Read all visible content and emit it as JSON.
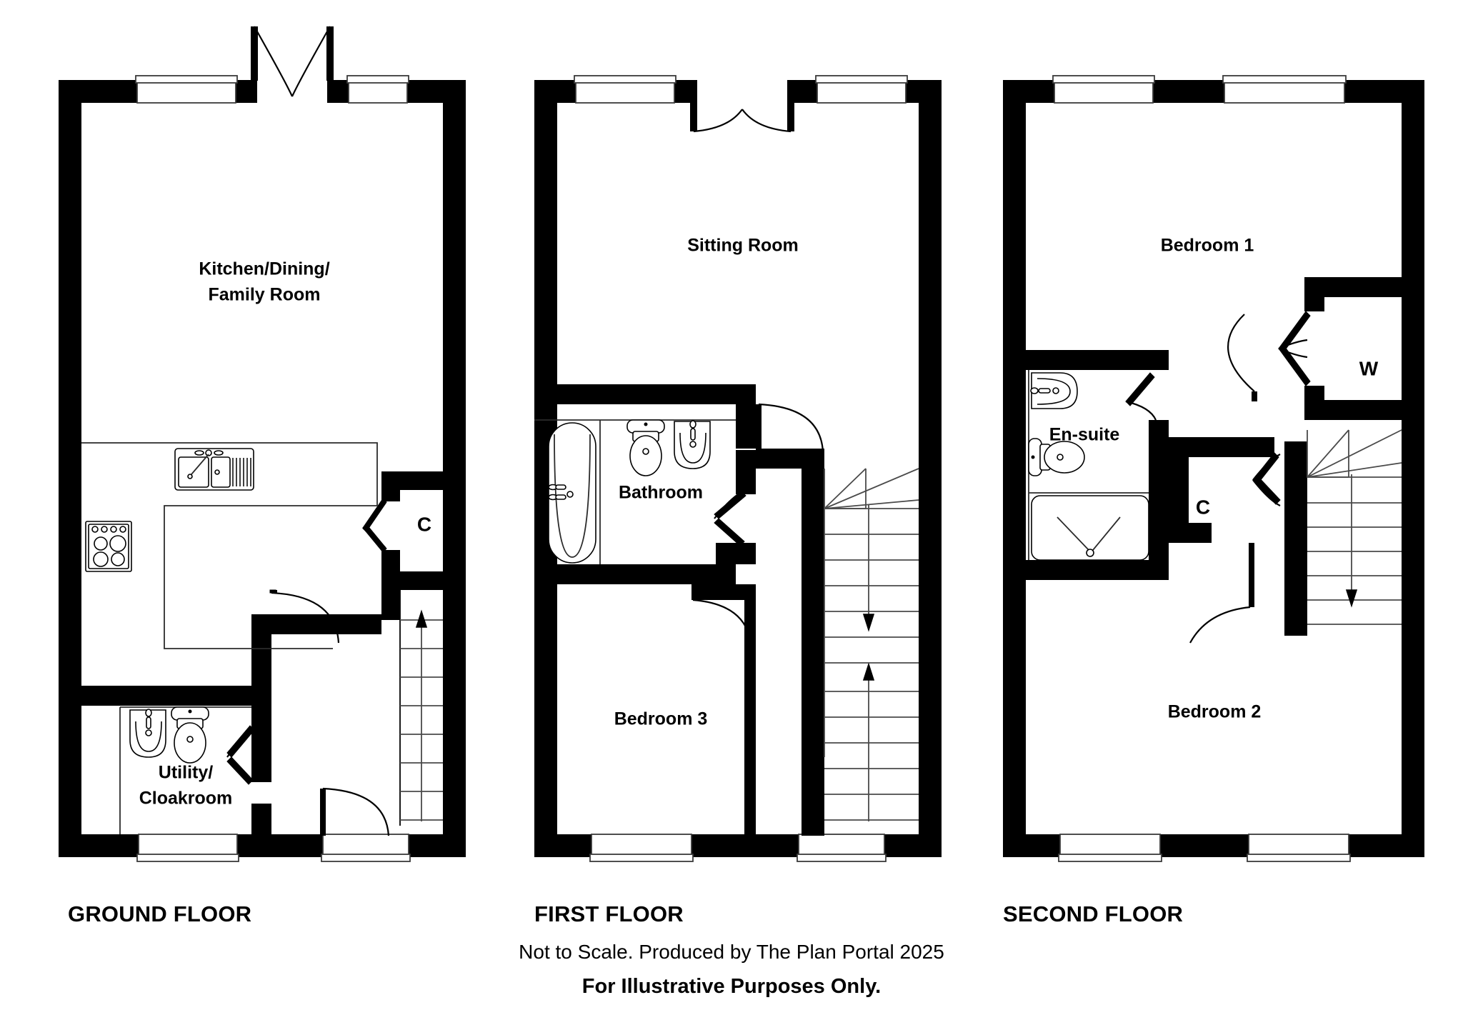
{
  "document": {
    "type": "residential-floor-plan",
    "sheet_background": "#ffffff",
    "line_color": "#000000"
  },
  "floors": [
    {
      "id": "ground",
      "title": "GROUND FLOOR",
      "rooms": [
        {
          "id": "kitchen-dining-family",
          "label_line1": "Kitchen/Dining/",
          "label_line2": "Family Room"
        },
        {
          "id": "cupboard",
          "label": "C"
        },
        {
          "id": "utility-cloakroom",
          "label_line1": "Utility/",
          "label_line2": "Cloakroom"
        }
      ],
      "fixtures": [
        "sink-double-drainer",
        "hob-four-ring",
        "wash-basin",
        "toilet",
        "staircase-up"
      ],
      "openings": [
        "french-doors-rear",
        "window-rear-left",
        "window-rear-right",
        "window-front-left",
        "window-front-right",
        "front-entrance-door",
        "cupboard-bifold-door",
        "utility-door",
        "hall-door"
      ]
    },
    {
      "id": "first",
      "title": "FIRST FLOOR",
      "rooms": [
        {
          "id": "sitting-room",
          "label": "Sitting Room"
        },
        {
          "id": "bathroom",
          "label": "Bathroom"
        },
        {
          "id": "bedroom-3",
          "label": "Bedroom 3"
        }
      ],
      "fixtures": [
        "bath",
        "toilet",
        "wash-basin",
        "staircase-up-down"
      ],
      "openings": [
        "french-doors-rear",
        "window-rear-left",
        "window-rear-right",
        "window-front-left",
        "window-front-right",
        "bathroom-door",
        "bedroom3-door",
        "landing-door"
      ]
    },
    {
      "id": "second",
      "title": "SECOND FLOOR",
      "rooms": [
        {
          "id": "bedroom-1",
          "label": "Bedroom 1"
        },
        {
          "id": "en-suite",
          "label": "En-suite"
        },
        {
          "id": "wardrobe",
          "label": "W"
        },
        {
          "id": "cupboard",
          "label": "C"
        },
        {
          "id": "bedroom-2",
          "label": "Bedroom 2"
        }
      ],
      "fixtures": [
        "wash-basin",
        "toilet",
        "shower-tray",
        "staircase-down"
      ],
      "openings": [
        "window-rear-left",
        "window-rear-right",
        "window-front-left",
        "window-front-right",
        "ensuite-door",
        "wardrobe-bifold-door",
        "cupboard-bifold-door",
        "bedroom2-door",
        "bedroom1-door"
      ]
    }
  ],
  "footer": {
    "credit": "Not to Scale. Produced by The Plan Portal 2025",
    "disclaimer": "For Illustrative Purposes Only."
  }
}
